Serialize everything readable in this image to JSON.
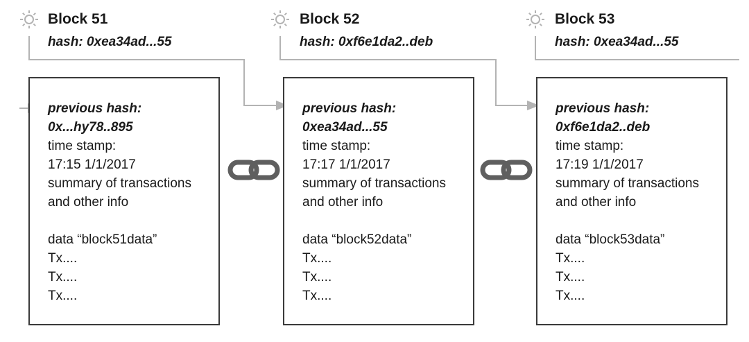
{
  "colors": {
    "connector": "#b3b3b3",
    "border": "#3a3a3a",
    "chain": "#5f5f5f",
    "text": "#1a1a1a"
  },
  "blocks": [
    {
      "title": "Block 51",
      "hash": "hash: 0xea34ad...55",
      "previous_hash_label": "previous hash:",
      "previous_hash_value": "0x...hy78..895",
      "timestamp_label": "time stamp:",
      "timestamp_value": "17:15 1/1/2017",
      "summary_line1": "summary of transactions",
      "summary_line2": "and other info",
      "data_label": "data “block51data”",
      "tx": [
        "Tx....",
        "Tx....",
        "Tx...."
      ]
    },
    {
      "title": "Block 52",
      "hash": "hash: 0xf6e1da2..deb",
      "previous_hash_label": "previous hash:",
      "previous_hash_value": "0xea34ad...55",
      "timestamp_label": "time stamp:",
      "timestamp_value": "17:17 1/1/2017",
      "summary_line1": "summary of transactions",
      "summary_line2": "and other info",
      "data_label": "data “block52data”",
      "tx": [
        "Tx....",
        "Tx....",
        "Tx...."
      ]
    },
    {
      "title": "Block 53",
      "hash": "hash: 0xea34ad...55",
      "previous_hash_label": "previous hash:",
      "previous_hash_value": "0xf6e1da2..deb",
      "timestamp_label": "time stamp:",
      "timestamp_value": "17:19 1/1/2017",
      "summary_line1": "summary of transactions",
      "summary_line2": "and other info",
      "data_label": "data “block53data”",
      "tx": [
        "Tx....",
        "Tx....",
        "Tx...."
      ]
    }
  ],
  "icons": {
    "block_icon": "sun-icon",
    "link_icon": "chain-link-icon"
  }
}
